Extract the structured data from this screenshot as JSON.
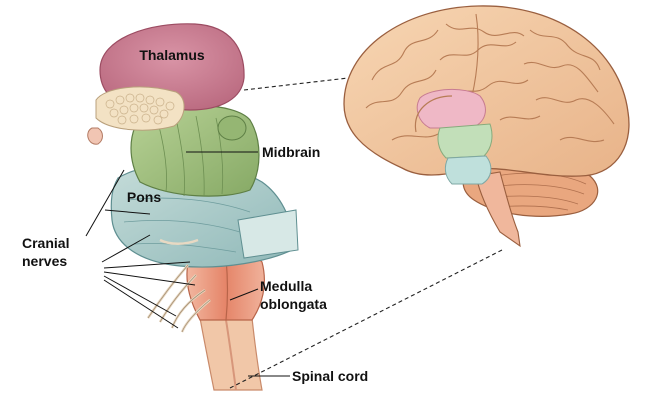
{
  "labels": {
    "thalamus": "Thalamus",
    "midbrain": "Midbrain",
    "pons": "Pons",
    "cranial_nerves_line1": "Cranial",
    "cranial_nerves_line2": "nerves",
    "medulla_line1": "Medulla",
    "medulla_line2": "oblongata",
    "spinal_cord": "Spinal cord"
  },
  "colors": {
    "thalamus": "#c9798e",
    "midbrain": "#9fbb7c",
    "pons": "#a9c9c8",
    "medulla": "#e79b80",
    "cortex": "#f3c9a2",
    "cerebellum": "#e7a57b",
    "highlight_pink": "#efb8c6",
    "highlight_green": "#c2dfb9",
    "highlight_teal": "#bfe0dc"
  }
}
